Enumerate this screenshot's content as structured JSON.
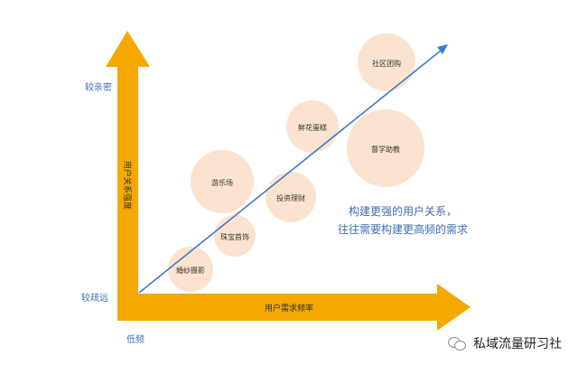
{
  "diagram": {
    "y_axis_label": "用户关系强度",
    "x_axis_label": "用户需求频率",
    "y_high_label": "较亲密",
    "y_low_label": "较疏远",
    "x_low_label": "低频",
    "note_line1": "构建更强的用户关系，",
    "note_line2": "往往需要构建更高频的需求",
    "bubbles": [
      {
        "id": "wedding",
        "label": "婚纱摄影"
      },
      {
        "id": "jewelry",
        "label": "珠宝首饰"
      },
      {
        "id": "park",
        "label": "游乐场"
      },
      {
        "id": "finance",
        "label": "投资理财"
      },
      {
        "id": "flower",
        "label": "鲜花蛋糕"
      },
      {
        "id": "education",
        "label": "督学助教"
      },
      {
        "id": "community",
        "label": "社区团购"
      }
    ],
    "colors": {
      "axis": "#f5a800",
      "bubble": "#fbe3cf",
      "line": "#3e7ac9",
      "text_blue": "#3e6fb0"
    }
  },
  "watermark": {
    "icon": "wechat-icon",
    "text": "私域流量研习社"
  }
}
